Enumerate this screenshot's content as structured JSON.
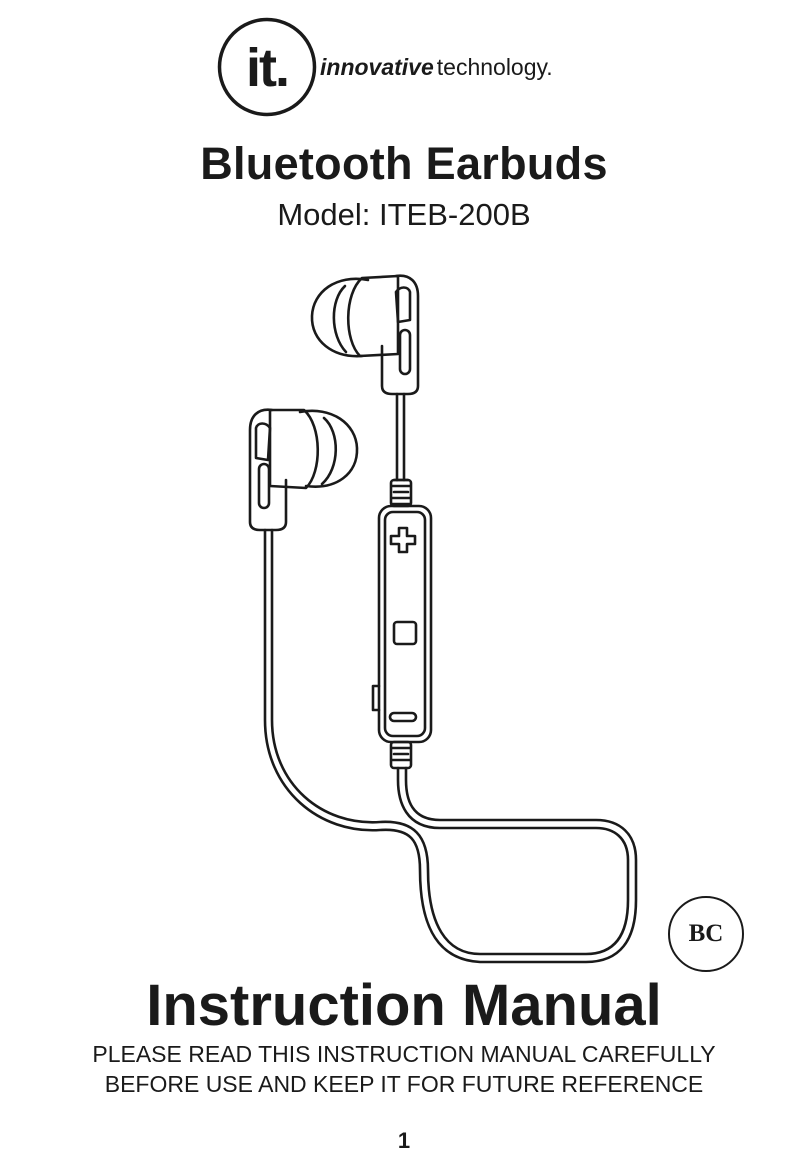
{
  "header": {
    "logo_text": "it.",
    "brand_bold": "innovative",
    "brand_regular": "technology."
  },
  "product": {
    "title": "Bluetooth Earbuds",
    "model": "Model: ITEB-200B"
  },
  "illustration": {
    "icon": "bluetooth-earbuds-illustration",
    "remote_buttons": [
      "plus-icon",
      "square-icon",
      "minus-icon"
    ]
  },
  "badge": {
    "text": "BC"
  },
  "manual": {
    "title": "Instruction Manual",
    "notice_line1": "PLEASE READ THIS INSTRUCTION MANUAL CAREFULLY",
    "notice_line2": "BEFORE USE AND KEEP IT FOR FUTURE REFERENCE"
  },
  "footer": {
    "page_number": "1"
  }
}
